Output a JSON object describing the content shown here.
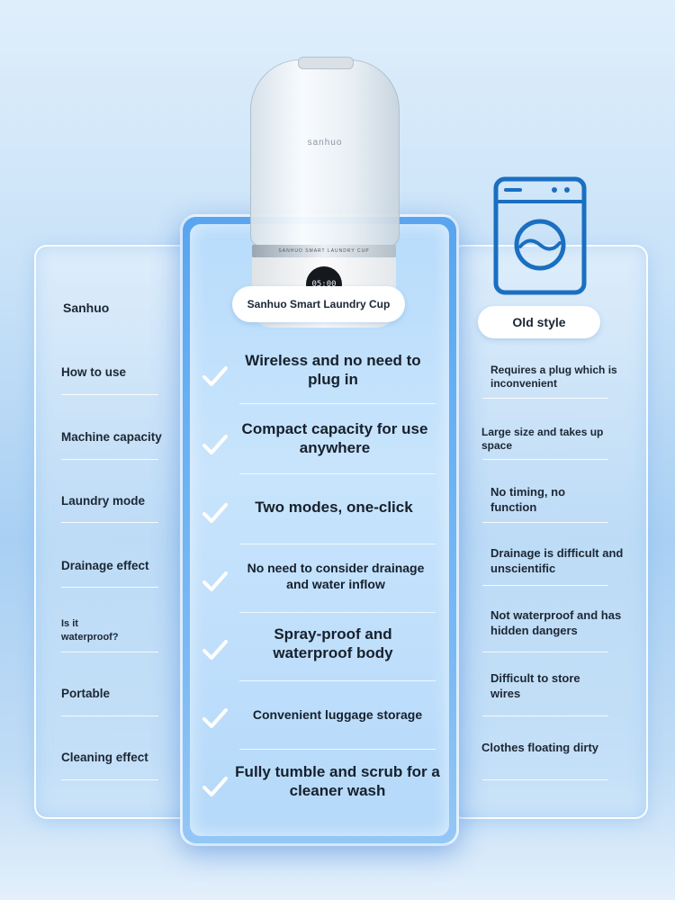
{
  "product": {
    "brand": "sanhuo",
    "display_time": "05:00",
    "band_text": "SANHUO SMART LAUNDRY CUP"
  },
  "center": {
    "title": "Sanhuo Smart Laundry Cup",
    "rows": [
      "Wireless and no need to plug in",
      "Compact capacity for use anywhere",
      "Two modes, one-click",
      "No need to consider drainage and water inflow",
      "Spray-proof and waterproof body",
      "Convenient luggage storage",
      "Fully tumble and scrub for a cleaner wash"
    ]
  },
  "left": {
    "header": "Sanhuo",
    "rows": [
      "How to use",
      "Machine capacity",
      "Laundry mode",
      "Drainage effect",
      "Is it waterproof?",
      "Portable",
      "Cleaning effect"
    ]
  },
  "right": {
    "header": "Old style",
    "icon": "washing-machine-icon",
    "rows": [
      "Requires a plug which is inconvenient",
      "Large size and takes up space",
      "No timing, no function",
      "Drainage is difficult and unscientific",
      "Not waterproof and has hidden dangers",
      "Difficult to store wires",
      "Clothes floating dirty"
    ]
  },
  "colors": {
    "accent_blue": "#5aa4f0",
    "icon_blue": "#1a6fc0",
    "check_white": "#ffffff"
  }
}
